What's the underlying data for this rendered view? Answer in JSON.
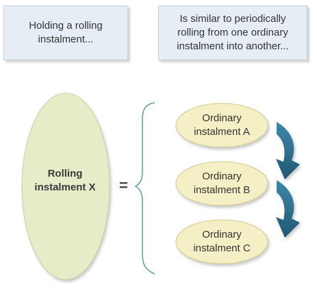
{
  "captions": {
    "left": [
      "Holding a rolling",
      "instalment..."
    ],
    "right": [
      "Is similar to periodically",
      "rolling from one ordinary",
      "instalment into another..."
    ]
  },
  "rolling": {
    "label": [
      "Rolling",
      "instalment X"
    ]
  },
  "equals": "=",
  "instalments": [
    {
      "label": [
        "Ordinary",
        "instalment A"
      ]
    },
    {
      "label": [
        "Ordinary",
        "instalment B"
      ]
    },
    {
      "label": [
        "Ordinary",
        "instalment C"
      ]
    }
  ],
  "colors": {
    "caption_fill": "#e6edf5",
    "ellipse_fill": "#e7ecc8",
    "small_ellipse_fill": "#f4efc4",
    "brace": "#5b9aa5",
    "arrow": "#2a6a86"
  },
  "icons": [
    "curved-arrow-icon",
    "curly-brace-icon"
  ]
}
